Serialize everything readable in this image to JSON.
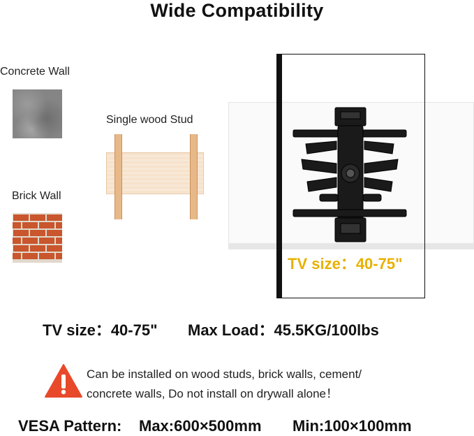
{
  "title": "Wide Compatibility",
  "wall_types": {
    "concrete": "Concrete Wall",
    "wood": "Single wood Stud",
    "brick": "Brick Wall"
  },
  "tv_overlay": {
    "label": "TV size：",
    "range": "40-75\""
  },
  "specs": {
    "tv_size_label": "TV size：",
    "tv_size_value": "40-75\"",
    "max_load_label": "Max Load：",
    "max_load_value": "45.5KG/100lbs"
  },
  "warning": {
    "line1": "Can be installed on wood studs, brick walls, cement/",
    "line2": "concrete walls, Do not install on drywall alone！"
  },
  "vesa": {
    "label": "VESA Pattern:",
    "max": "Max:600×500mm",
    "min": "Min:100×100mm"
  },
  "colors": {
    "accent_yellow": "#e8b100",
    "warning_red": "#e8492a",
    "mount_black": "#1a1a1a"
  }
}
